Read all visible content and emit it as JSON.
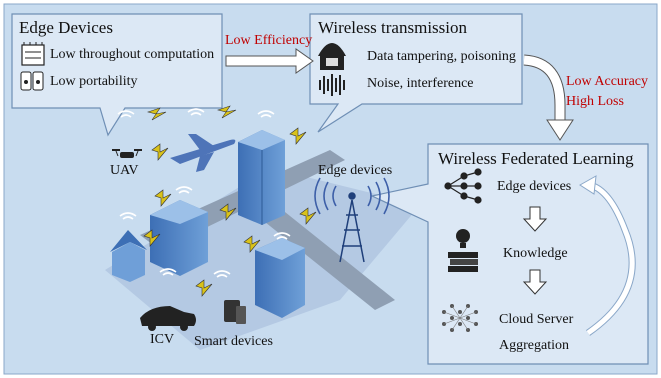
{
  "edge_panel": {
    "title": "Edge Devices",
    "items": [
      "Low throughout computation",
      "Low portability"
    ]
  },
  "link_label": "Low Efficiency",
  "wireless_panel": {
    "title": "Wireless transmission",
    "items": [
      "Data tampering, poisoning",
      "Noise, interference"
    ]
  },
  "accuracy_labels": [
    "Low Accuracy",
    "High Loss"
  ],
  "wfl_panel": {
    "title": "Wireless Federated Learning",
    "steps": [
      "Edge devices",
      "Knowledge",
      "Cloud Server",
      "Aggregation"
    ]
  },
  "scene_labels": {
    "uav": "UAV",
    "edge_devices": "Edge devices",
    "icv": "ICV",
    "smart_devices": "Smart devices"
  },
  "colors": {
    "panel_fill": "#dce8f5",
    "panel_stroke": "#6f8fb5",
    "background_fill": "#c8dcef",
    "accent_red": "#c00000"
  }
}
